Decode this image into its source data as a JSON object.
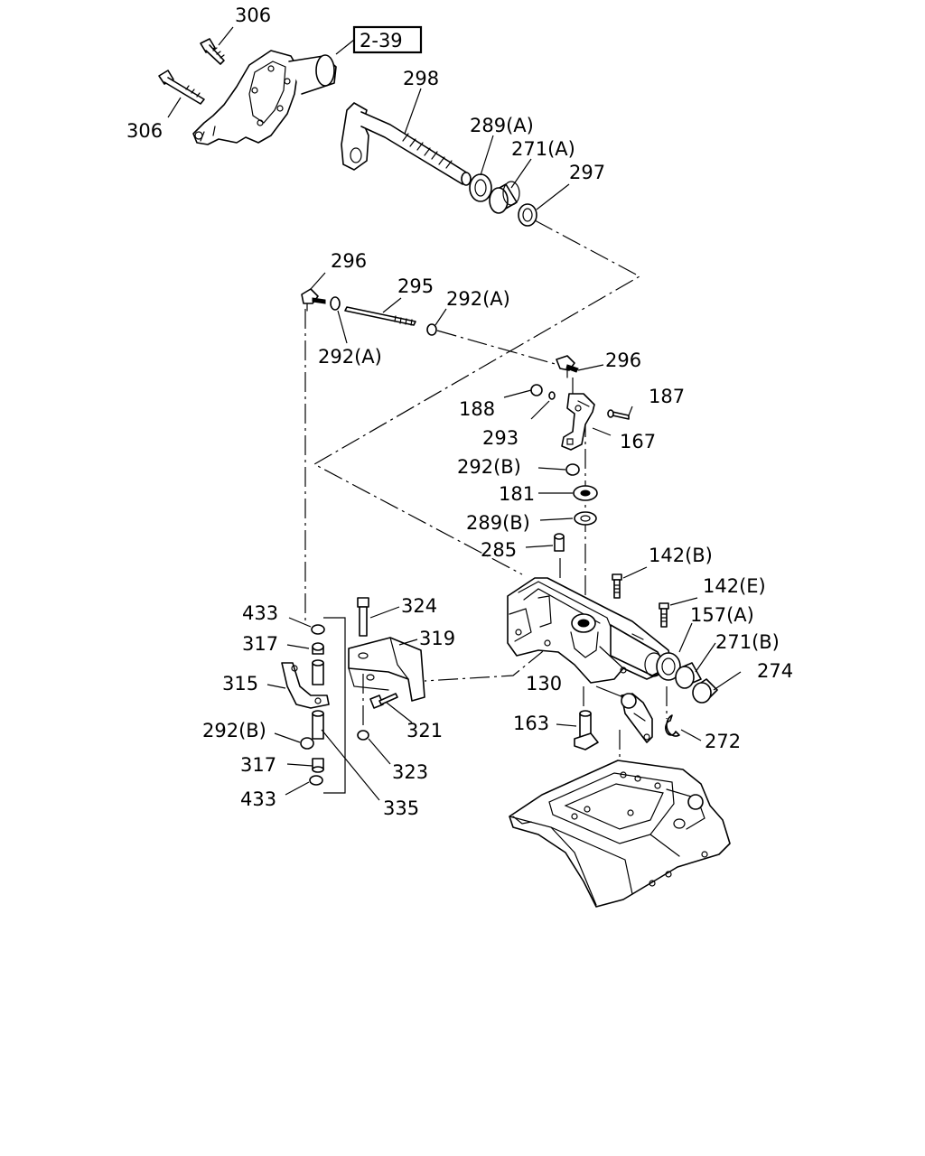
{
  "diagram": {
    "reference_box": "2-39",
    "callouts": {
      "c306a": "306",
      "c306b": "306",
      "c298": "298",
      "c289A": "289(A)",
      "c271A": "271(A)",
      "c297": "297",
      "c296a": "296",
      "c295": "295",
      "c292Aa": "292(A)",
      "c292Ab": "292(A)",
      "c296b": "296",
      "c188": "188",
      "c187": "187",
      "c293": "293",
      "c167": "167",
      "c292Ba": "292(B)",
      "c181": "181",
      "c289B": "289(B)",
      "c285": "285",
      "c142B": "142(B)",
      "c142E": "142(E)",
      "c157A": "157(A)",
      "c271B": "271(B)",
      "c274": "274",
      "c130": "130",
      "c163": "163",
      "c272": "272",
      "c433a": "433",
      "c317a": "317",
      "c315": "315",
      "c292Bb": "292(B)",
      "c317b": "317",
      "c433b": "433",
      "c324": "324",
      "c319": "319",
      "c321": "321",
      "c323": "323",
      "c335": "335"
    }
  }
}
